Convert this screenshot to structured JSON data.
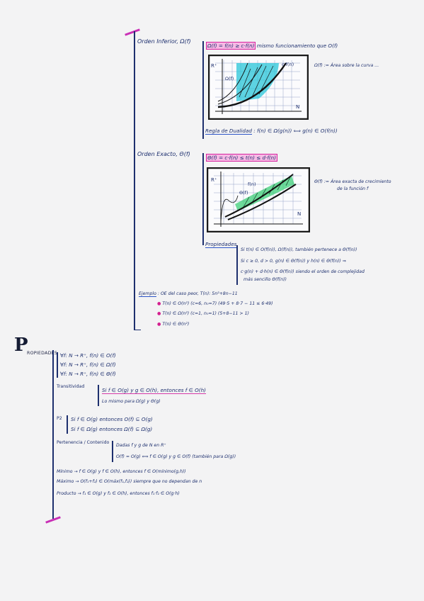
{
  "section1": {
    "title": "Orden Inferior, Ω(f)",
    "definition": "Ω(f) = f(n) ≥ c·f(n)",
    "definition_note": "mismo funcionamiento que O(f)",
    "graph_label_curve": "c·f(n)",
    "graph_label_omega": "Ω(f)",
    "graph_axis_y": "R⁺",
    "graph_axis_x": "N",
    "side_note": "Ω(f) := Área sobre la curva ...",
    "duality_rule_label": "Regla de Dualidad",
    "duality_rule": "f(n) ∈ Ω(g(n)) ⟺ g(n) ∈ O(f(n))"
  },
  "section2": {
    "title": "Orden Exacto, Θ(f)",
    "definition": "Θ(f) = c·f(n) ≤ t(n) ≤ d·f(n)",
    "graph_label_fn": "f(n)",
    "graph_label_theta": "Θ(f)",
    "graph_axis_y": "R⁺",
    "graph_axis_x": "N",
    "side_note_1": "Θ(f) := Área exacta de crecimiento",
    "side_note_2": "de la función f",
    "props_label": "Propiedades",
    "prop1": "Si t(n) ∈ O(f(n)), Ω(f(n)), también pertenece a Θ(f(n))",
    "prop2": "Si c ≥ 0, d > 0, g(n) ∈ Θ(f(n)) y h(n) ∈ Θ(f(n)) ⇒",
    "prop3": "c·g(n) + d·h(n) ∈ Θ(f(n)) siendo el orden de complejidad",
    "prop4": "más sencillo Θ(f(n))",
    "example_label": "Ejemplo",
    "example_intro": "OE del caso peor, T(n): 5n²+8n−11",
    "examples": [
      "T(n) ∈ O(n²) (c=6, n₀=7) (49·5 + 8·7 − 11 ≤ 6·49)",
      "T(n) ∈ Ω(n²) (c=1, n₀=1) (5+8−11 > 1)",
      "T(n) ∈ Θ(n²)"
    ]
  },
  "section3": {
    "title_big": "P",
    "title_rest": "ROPIEDADES",
    "rules": [
      "∀f: N → R⁺, f(n) ∈ O(f)",
      "∀f: N → R⁺, f(n) ∈ Ω(f)",
      "∀f: N → R⁺, f(n) ∈ Θ(f)"
    ],
    "transitividad_label": "Transitividad",
    "transitividad_1": "Si f ∈ O(g) y g ∈ O(h), entonces f ∈ O(h)",
    "transitividad_2": "Lo mismo para Ω(g) y Θ(g)",
    "p2_label": "P2",
    "p2_1": "Si f ∈ O(g) entonces O(f) ⊆ O(g)",
    "p2_2": "Si f ∈ Ω(g) entonces Ω(f) ⊆ Ω(g)",
    "pertenencia_label": "Pertenencia / Contenido",
    "pertenencia_1": "Dadas f y g de N en R⁺",
    "pertenencia_2": "O(f) = O(g) ⟺ f ∈ O(g) y g ∈ O(f) (también para Ω(g))",
    "minimo": "Mínimo → f ∈ O(g) y f ∈ O(h), entonces f ∈ O(mínimo(g,h))",
    "maximo": "Máximo → O(f₁+f₂) ∈ O(máx(f₁,f₂)) siempre que no dependan de n",
    "producto": "Producto → f₁ ∈ O(g) y f₂ ∈ O(h), entonces f₁·f₂ ∈ O(g·h)"
  }
}
